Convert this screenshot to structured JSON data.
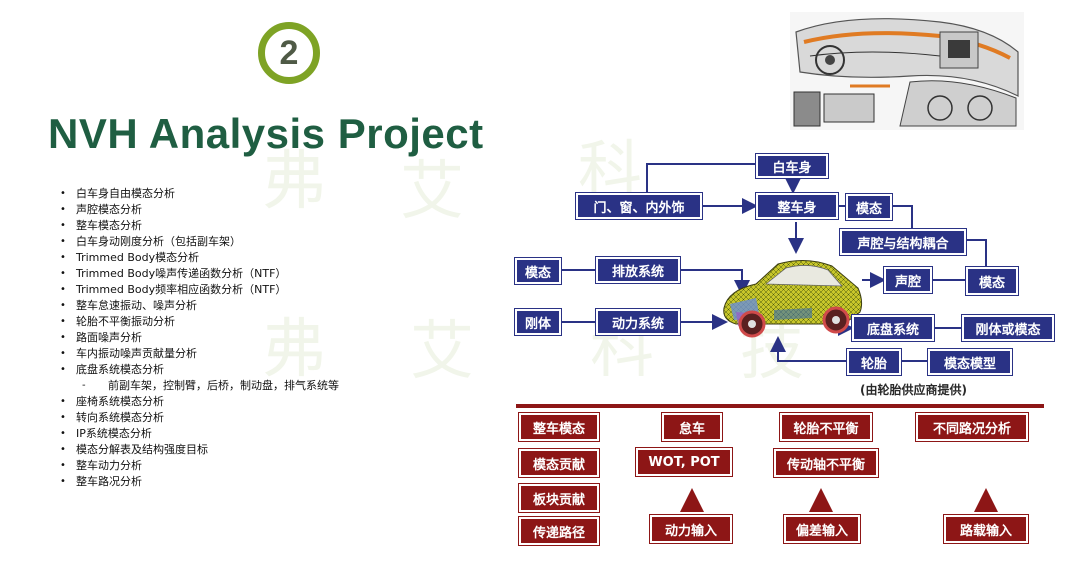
{
  "badge_number": "2",
  "title": "NVH Analysis Project",
  "bullets": [
    "白车身自由模态分析",
    "声腔模态分析",
    "整车模态分析",
    "白车身动刚度分析（包括副车架）",
    "Trimmed Body模态分析",
    "Trimmed Body噪声传递函数分析（NTF）",
    "Trimmed Body频率相应函数分析（NTF）",
    "整车怠速振动、噪声分析",
    "轮胎不平衡振动分析",
    "路面噪声分析",
    "车内振动噪声贡献量分析",
    "底盘系统模态分析"
  ],
  "sub_bullet": "前副车架，控制臂，后桥，制动盘，排气系统等",
  "bullets2": [
    "座椅系统模态分析",
    "转向系统模态分析",
    "IP系统模态分析",
    "模态分解表及结构强度目标",
    "整车动力分析",
    "整车路况分析"
  ],
  "diagram": {
    "baiche": "白车身",
    "menchuang": "门、窗、内外饰",
    "zhengcheshen": "整车身",
    "motai1": "模态",
    "shengqiang_ouhe": "声腔与结构耦合",
    "motai_left1": "模态",
    "paifang": "排放系统",
    "shengqiang": "声腔",
    "motai_right": "模态",
    "gangti": "刚体",
    "dongli": "动力系统",
    "dipan": "底盘系统",
    "gangti_motai": "刚体或模态",
    "luntai": "轮胎",
    "motai_moxing": "模态模型",
    "supplier_note": "(由轮胎供应商提供)"
  },
  "table": {
    "col1": [
      "整车模态",
      "模态贡献",
      "板块贡献",
      "传递路径"
    ],
    "col2_top": "怠车",
    "col2_mid": "WOT, POT",
    "col2_bottom": "动力输入",
    "col3_top": "轮胎不平衡",
    "col3_mid": "传动轴不平衡",
    "col3_bottom": "偏差输入",
    "col4_top": "不同路况分析",
    "col4_bottom": "路载输入"
  },
  "colors": {
    "title": "#1f5e42",
    "badge_ring": "#7ea325",
    "box_blue": "#2a3285",
    "box_red": "#8d1616"
  }
}
